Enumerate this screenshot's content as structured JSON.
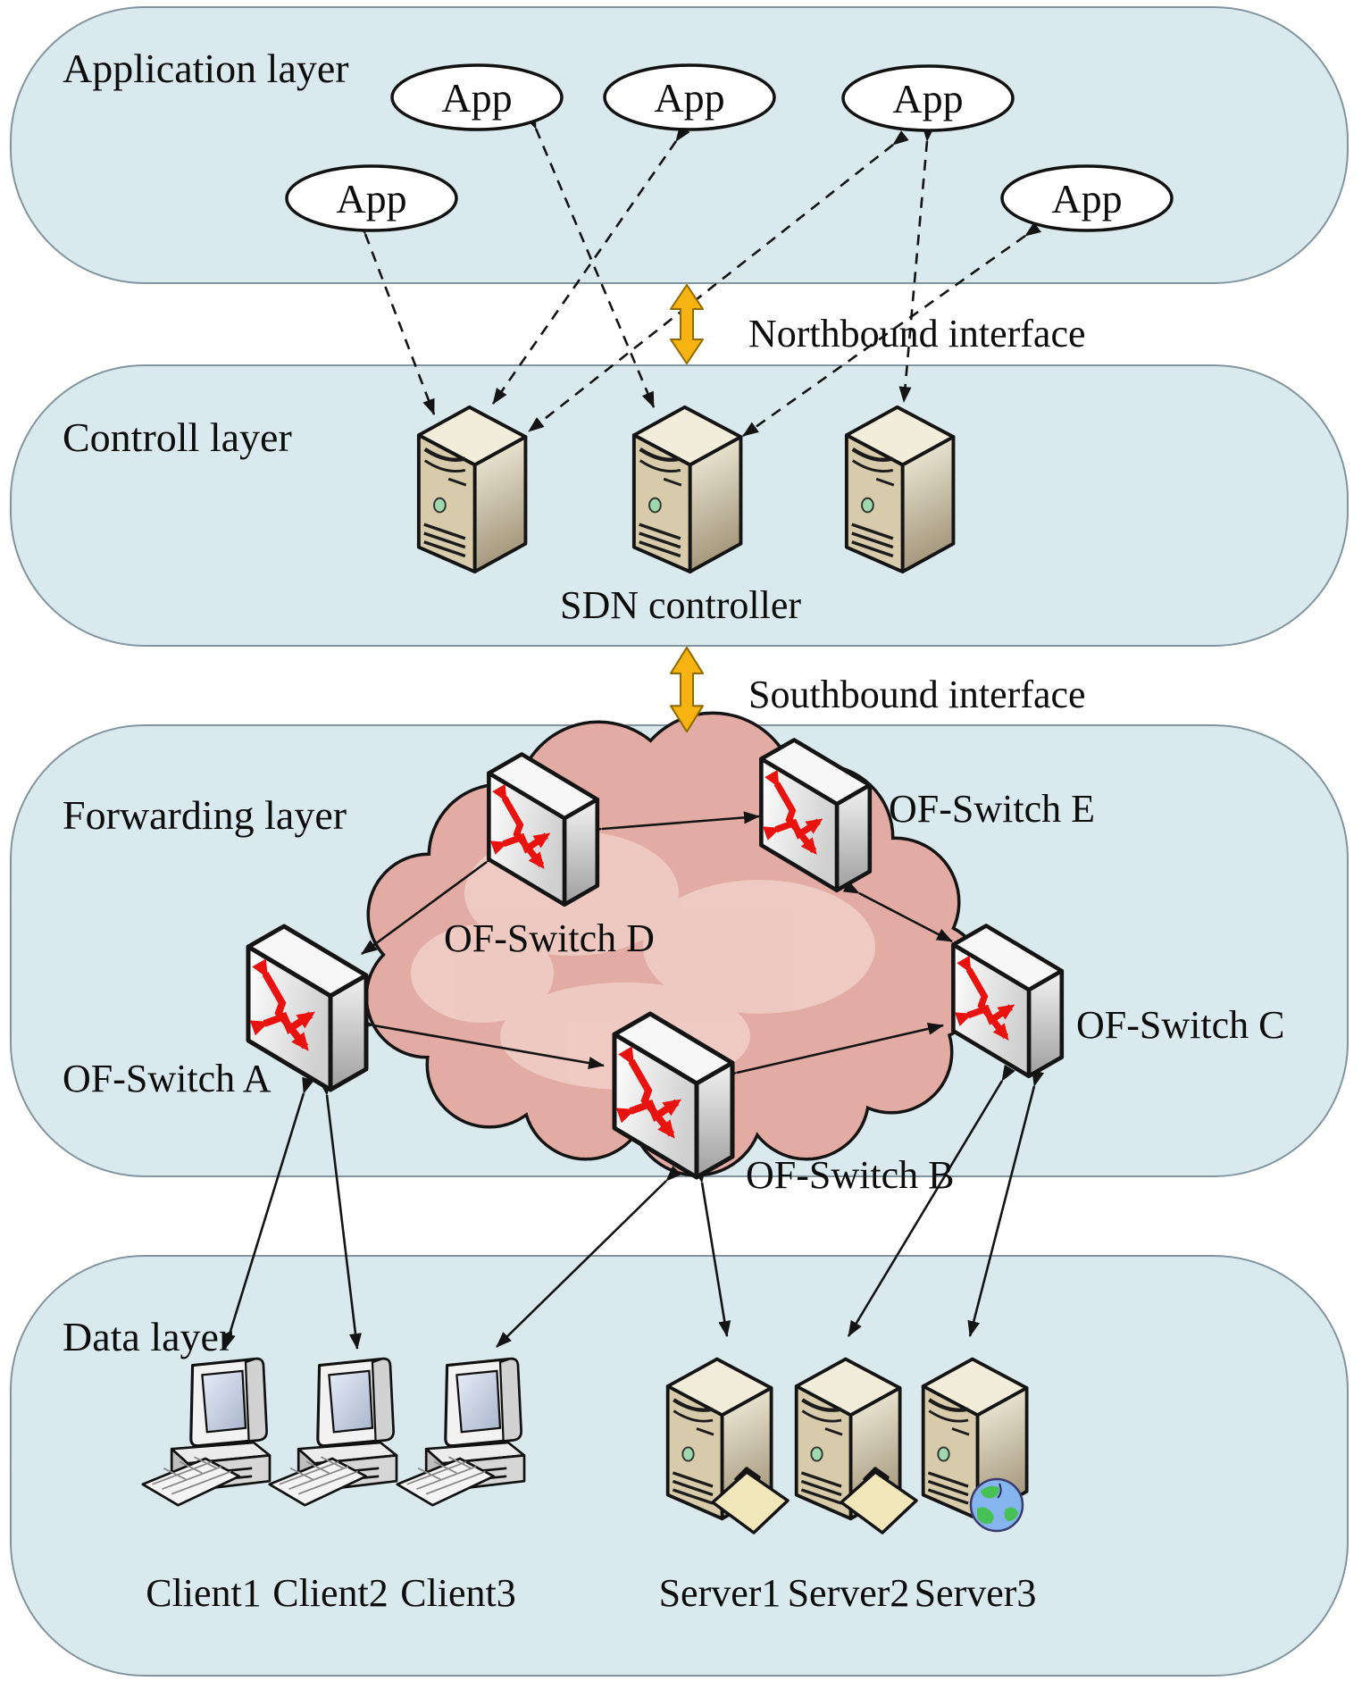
{
  "diagram": {
    "layers": {
      "application": "Application layer",
      "control": "Controll layer",
      "forwarding": "Forwarding layer",
      "data": "Data layer"
    },
    "apps": [
      "App",
      "App",
      "App",
      "App",
      "App"
    ],
    "control": {
      "controller_label": "SDN controller"
    },
    "interfaces": {
      "northbound": "Northbound interface",
      "southbound": "Southbound interface"
    },
    "switches": {
      "a": "OF-Switch A",
      "b": "OF-Switch B",
      "c": "OF-Switch C",
      "d": "OF-Switch D",
      "e": "OF-Switch E"
    },
    "devices": {
      "client1": "Client1",
      "client2": "Client2",
      "client3": "Client3",
      "server1": "Server1",
      "server2": "Server2",
      "server3": "Server3"
    },
    "colors": {
      "layer_fill": "#d9e9ed",
      "layer_border": "#82959f",
      "cloud_fill": "#e2aba3",
      "switch_arrow_red": "#e8120f",
      "interface_arrow_orange": "#f6b312",
      "tower_beige": "#d7cbab"
    }
  }
}
